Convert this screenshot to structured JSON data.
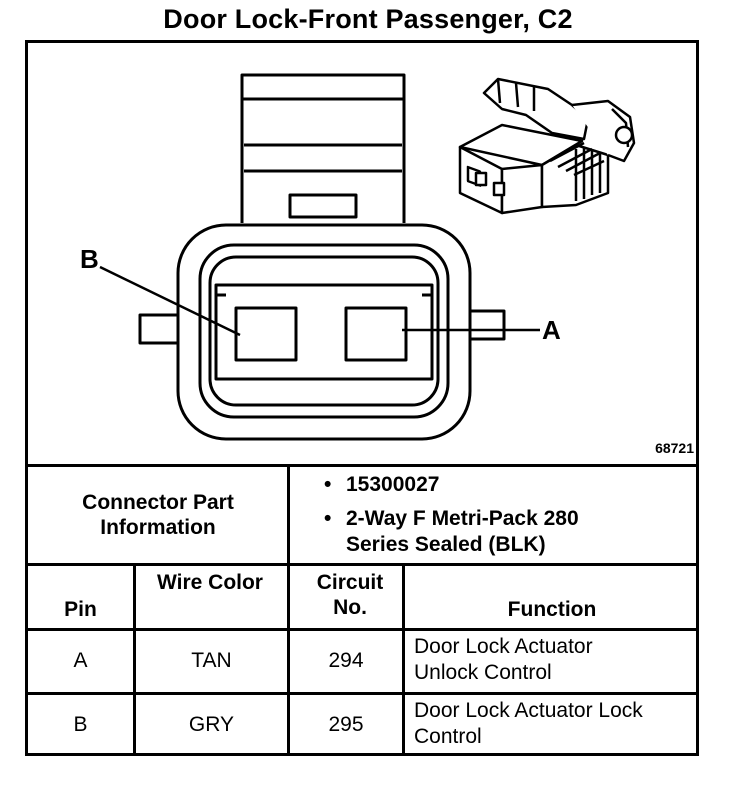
{
  "title": "Door Lock-Front Passenger, C2",
  "diagram": {
    "label_b": "B",
    "label_a": "A",
    "figure_code": "68721"
  },
  "connector_info": {
    "label": "Connector Part Information",
    "items": [
      "15300027",
      "2-Way F Metri-Pack 280 Series Sealed (BLK)"
    ]
  },
  "table": {
    "headers": {
      "pin": "Pin",
      "wire_color": "Wire Color",
      "circuit_no": "Circuit No.",
      "function": "Function"
    },
    "rows": [
      {
        "pin": "A",
        "wire_color": "TAN",
        "circuit": "294",
        "function": "Door Lock Actuator Unlock Control"
      },
      {
        "pin": "B",
        "wire_color": "GRY",
        "circuit": "295",
        "function": "Door Lock Actuator Lock Control"
      }
    ]
  }
}
